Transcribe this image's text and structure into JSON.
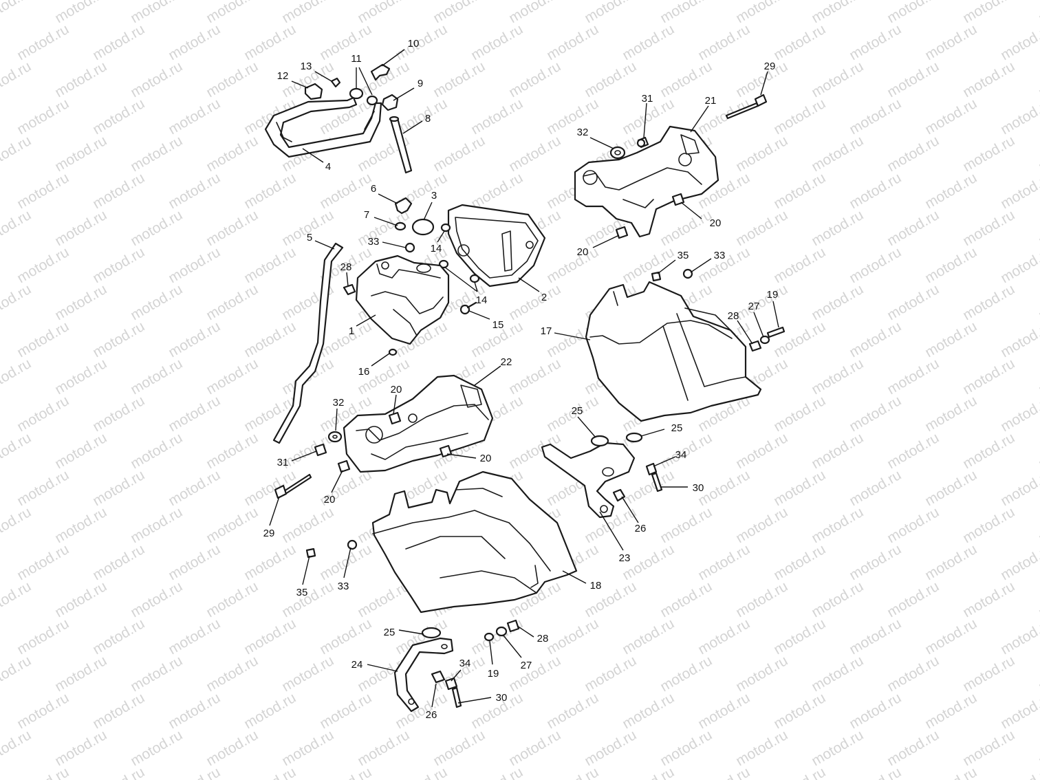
{
  "watermark": {
    "text": "motod.ru",
    "color": "#d4d4d4"
  },
  "callouts": [
    "1",
    "2",
    "3",
    "4",
    "5",
    "6",
    "7",
    "8",
    "9",
    "10",
    "11",
    "12",
    "13",
    "14",
    "14",
    "15",
    "16",
    "17",
    "18",
    "19",
    "19",
    "20",
    "20",
    "20",
    "20",
    "20",
    "21",
    "22",
    "23",
    "24",
    "25",
    "25",
    "25",
    "26",
    "26",
    "27",
    "27",
    "28",
    "28",
    "28",
    "29",
    "29",
    "30",
    "30",
    "31",
    "31",
    "32",
    "32",
    "33",
    "33",
    "33",
    "34",
    "34",
    "35",
    "35"
  ],
  "colors": {
    "line": "#1a1a1a",
    "fill": "#ffffff",
    "text": "#111111"
  }
}
